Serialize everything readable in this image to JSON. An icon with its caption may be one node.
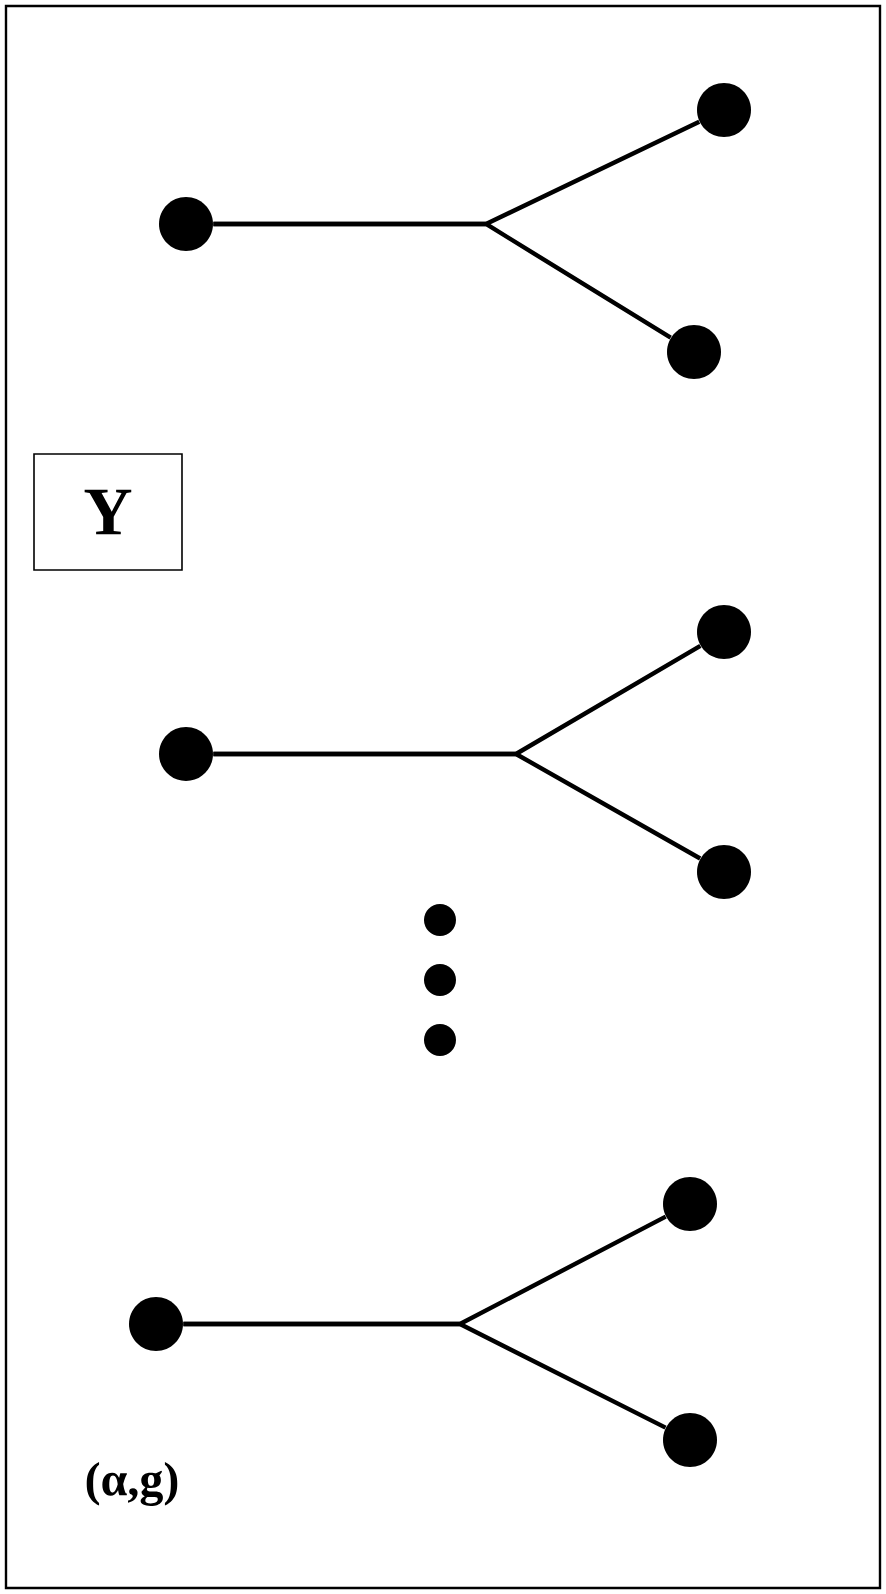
{
  "diagram": {
    "nodes": [
      {
        "text": [],
        "shape": "circle"
      },
      {
        "text": [],
        "shape": "circle"
      },
      {
        "text": [],
        "shape": "circle"
      },
      {
        "text": [
          "Y"
        ]
      },
      {
        "text": [],
        "shape": "circle"
      },
      {
        "text": [],
        "shape": "circle"
      },
      {
        "text": [],
        "shape": "circle"
      },
      {
        "text": [],
        "shape": "circle"
      },
      {
        "text": [],
        "shape": "circle"
      },
      {
        "text": [],
        "shape": "circle"
      }
    ],
    "edges": [
      {
        "from": 0,
        "to": 1,
        "arrow": "none"
      },
      {
        "from": 0,
        "to": 2,
        "arrow": "none"
      },
      {
        "from": 4,
        "to": 5,
        "arrow": "none"
      },
      {
        "from": 4,
        "to": 6,
        "arrow": "none"
      },
      {
        "from": 7,
        "to": 8,
        "arrow": "none"
      },
      {
        "from": 7,
        "to": 9,
        "arrow": "none"
      }
    ],
    "labels": [
      "(α,g)"
    ]
  }
}
